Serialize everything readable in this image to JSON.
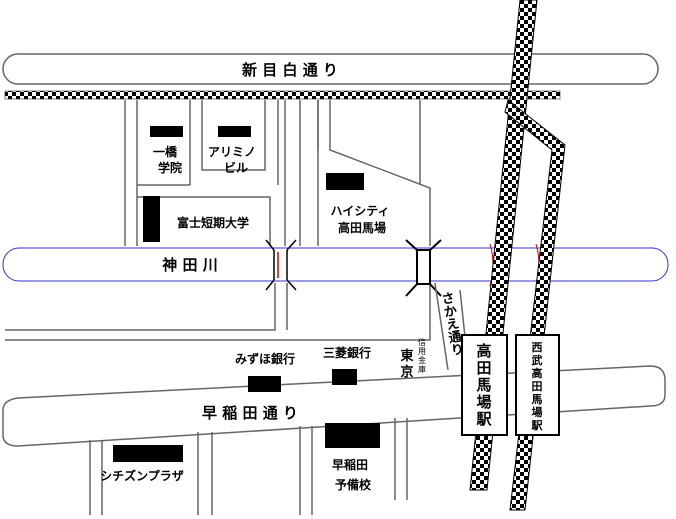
{
  "roads": {
    "shin_mejiro": "新 目 白 通 り",
    "waseda": "早 稲 田 通 り",
    "sakae": "さかえ通り"
  },
  "river": {
    "name": "神 田 川",
    "color": "#3333cc"
  },
  "stations": {
    "jr": [
      "高",
      "田",
      "馬",
      "場",
      "駅"
    ],
    "seibu": [
      "西",
      "武",
      "高",
      "田",
      "馬",
      "場",
      "駅"
    ]
  },
  "landmarks": {
    "ichikyo": [
      "一橋",
      "学院"
    ],
    "arimino": [
      "アリミノ",
      "ビル"
    ],
    "fuji": "富士短期大学",
    "highcity": [
      "ハイシティ",
      "高田馬場"
    ],
    "mizuho": "みずほ銀行",
    "mitsubishi": "三菱銀行",
    "tokyo_shinyo": {
      "main": [
        "東",
        "京"
      ],
      "small": [
        "信",
        "用",
        "金",
        "庫"
      ]
    },
    "citizen": "シチズンプラザ",
    "yobiko": [
      "早稲田",
      "予備校"
    ]
  },
  "colors": {
    "rail_stripe": "#000000",
    "bridge_accent": "#cc0000"
  }
}
